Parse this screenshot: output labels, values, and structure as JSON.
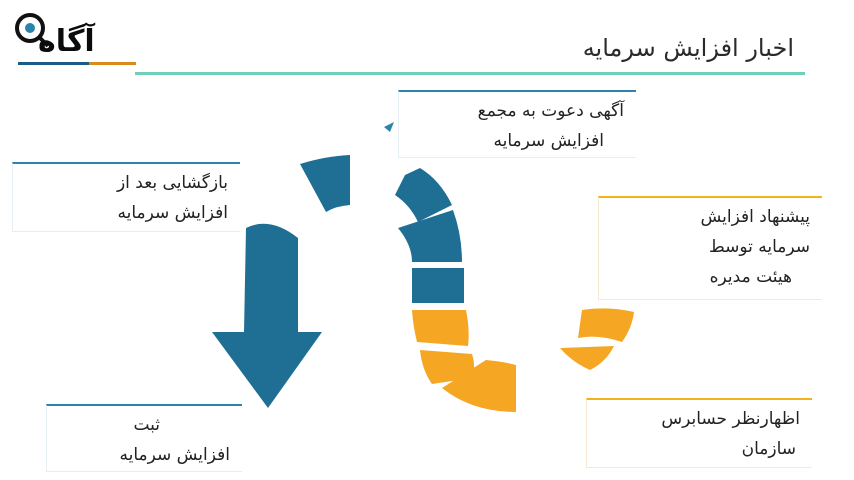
{
  "logo": {
    "text": "آگاه",
    "icon": "magnifier-icon"
  },
  "title": "اخبار افزایش سرمایه",
  "colors": {
    "blue": "#1f6f94",
    "orange": "#f5a623",
    "accent_line": "#6fd0ba"
  },
  "steps": [
    {
      "id": "step1",
      "lines": [
        "آگهی دعوت به مجمع",
        "افزایش سرمایه"
      ]
    },
    {
      "id": "step2",
      "lines": [
        "پیشنهاد افزایش",
        "سرمایه توسط",
        "هیئت مدیره"
      ]
    },
    {
      "id": "step3",
      "lines": [
        "اظهارنظر حسابرس",
        "سازمان"
      ]
    },
    {
      "id": "step4",
      "lines": [
        "بازگشایی بعد از",
        "افزایش سرمایه"
      ]
    },
    {
      "id": "step5",
      "lines": [
        "ثبت",
        "افزایش سرمایه"
      ]
    }
  ]
}
